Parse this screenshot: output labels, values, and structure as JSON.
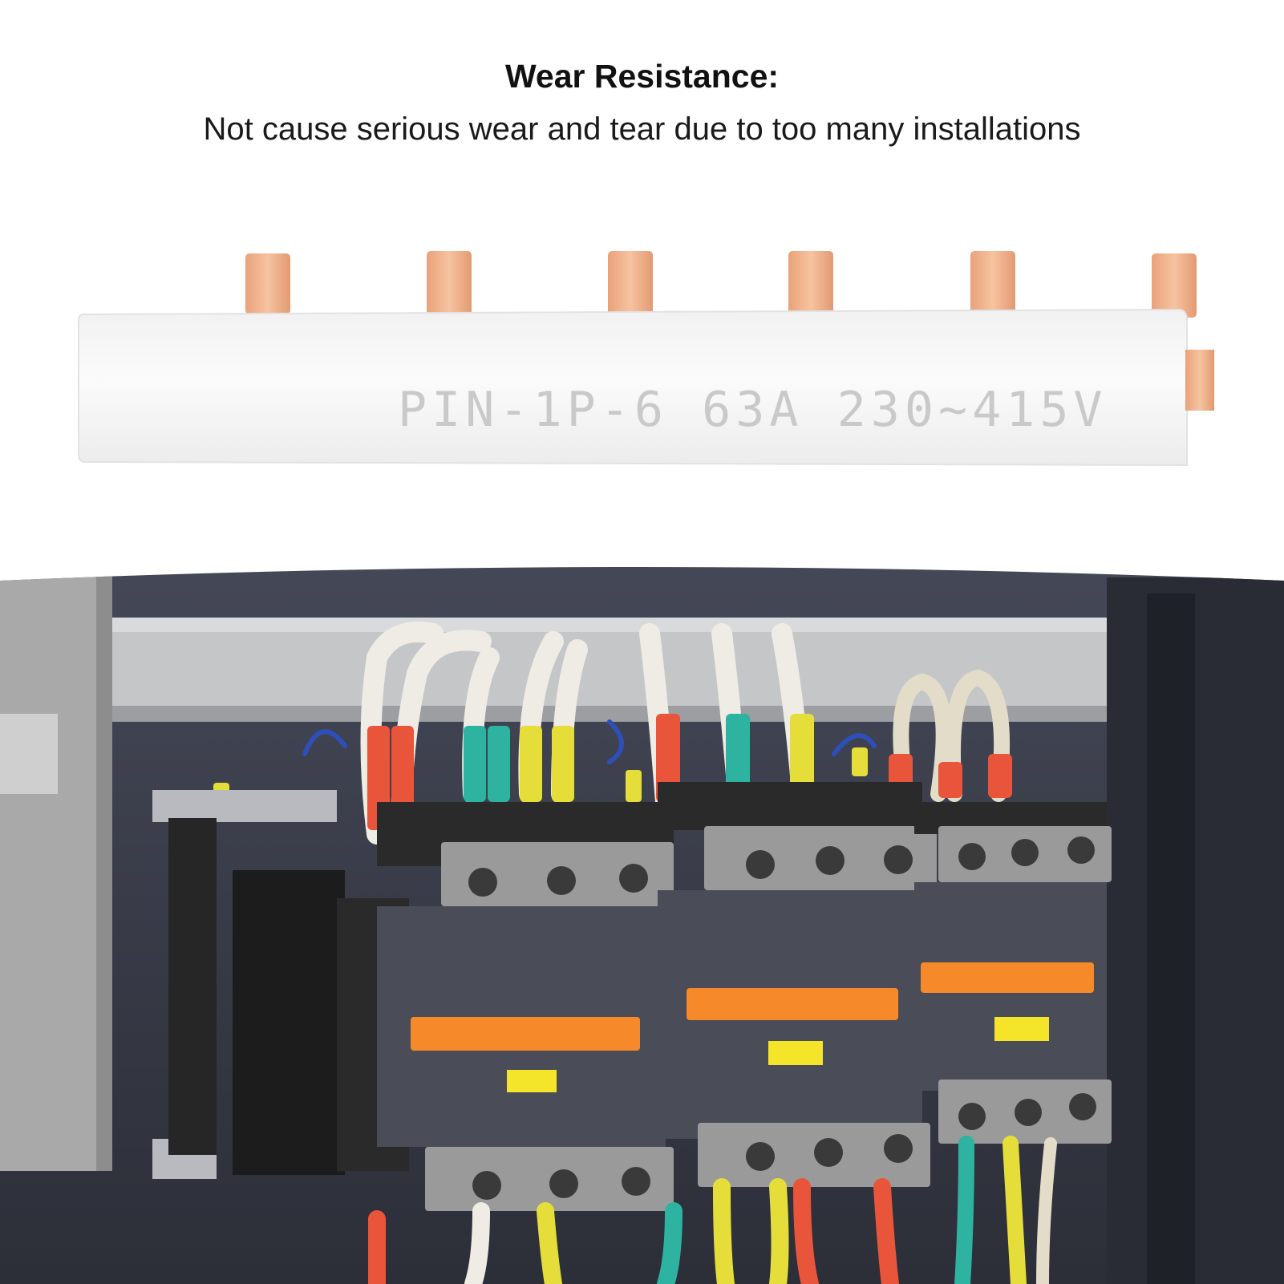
{
  "heading": {
    "title": "Wear Resistance:",
    "subtitle": "Not cause serious wear and tear due to too many installations"
  },
  "product": {
    "label": "PIN-1P-6 63A 230~415V",
    "pin_count": 6
  },
  "colors": {
    "copper": "#f2b48e",
    "insulator": "#f7f7f7",
    "label_text": "#c9c9c9",
    "cabinet": "#3a3d4a",
    "contactor_body": "#4a4d57",
    "terminal_block": "#9a9a9a",
    "orange_accent": "#f68a2a",
    "label_yellow": "#f4e52a",
    "wire_red": "#e9553a",
    "wire_teal": "#2fb3a1",
    "wire_yellow": "#e5de3a",
    "wire_white": "#efece6"
  }
}
